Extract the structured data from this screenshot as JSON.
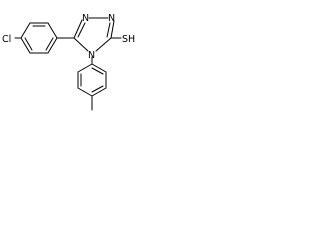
{
  "molecule": {
    "atoms": {
      "cl": "Cl",
      "n1": "N",
      "n2": "N",
      "n4": "N",
      "sh": "SH"
    }
  },
  "colors": {
    "ink": "#000000",
    "background": "#ffffff"
  }
}
